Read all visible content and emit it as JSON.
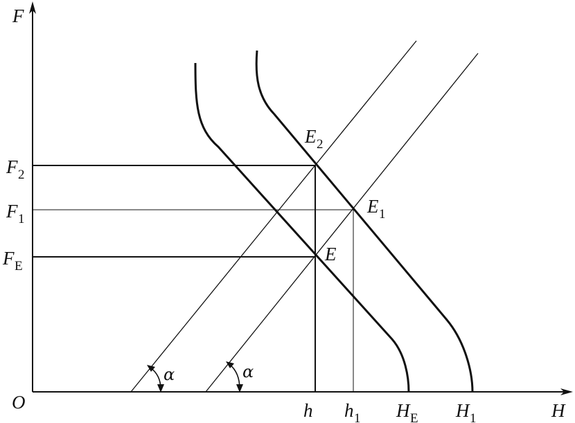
{
  "axes": {
    "y_label": "F",
    "x_label": "H",
    "origin_label": "O"
  },
  "y_ticks": {
    "f2": {
      "main": "F",
      "sub": "2"
    },
    "f1": {
      "main": "F",
      "sub": "1"
    },
    "fe": {
      "main": "F",
      "sub": "E"
    }
  },
  "x_ticks": {
    "h": {
      "main": "h"
    },
    "h1": {
      "main": "h",
      "sub": "1"
    },
    "he": {
      "main": "H",
      "sub": "E"
    },
    "H1": {
      "main": "H",
      "sub": "1"
    }
  },
  "points": {
    "e2": {
      "main": "E",
      "sub": "2"
    },
    "e1": {
      "main": "E",
      "sub": "1"
    },
    "e": {
      "main": "E"
    }
  },
  "angles": {
    "alpha_left": "α",
    "alpha_right": "α"
  },
  "colors": {
    "ink": "#111111"
  }
}
